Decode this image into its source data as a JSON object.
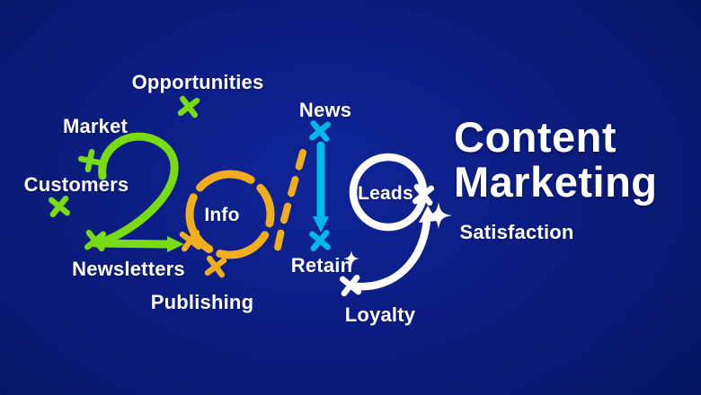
{
  "title": {
    "line1": "Content",
    "line2": "Marketing"
  },
  "year": "2019",
  "labels": {
    "opportunities": "Opportunities",
    "market": "Market",
    "customers": "Customers",
    "newsletters": "Newsletters",
    "info": "Info",
    "publishing": "Publishing",
    "news": "News",
    "retain": "Retain",
    "leads": "Leads",
    "satisfaction": "Satisfaction",
    "loyalty": "Loyalty"
  },
  "colors": {
    "bg_center": "#10249a",
    "bg_edge": "#041058",
    "green": "#79dc12",
    "yellow": "#f0ad1d",
    "cyan": "#00b9ea",
    "white": "#ffffff"
  }
}
